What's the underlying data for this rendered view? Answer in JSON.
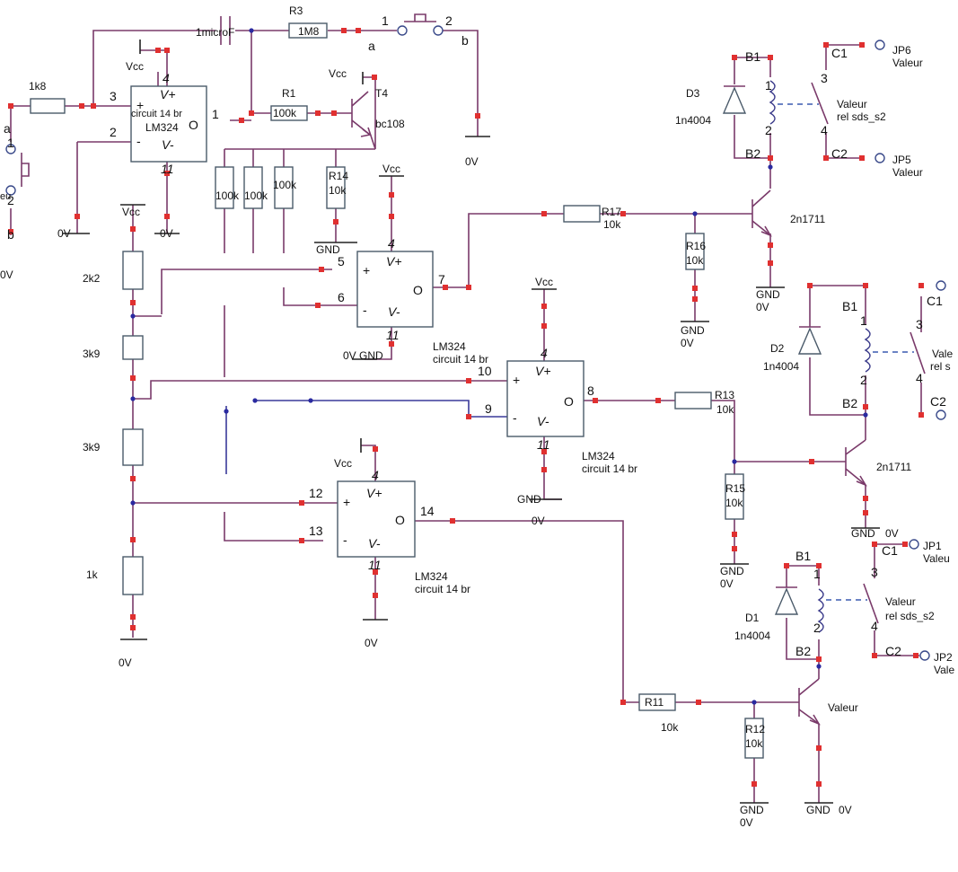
{
  "labels": {
    "vcc": "Vcc",
    "gnd": "GND",
    "zero_v": "0V",
    "valeur": "Valeur",
    "chip": "LM324",
    "chip_sub": "circuit 14 br",
    "vplus": "V+",
    "vminus": "V-",
    "out": "O",
    "plus": "+",
    "minus": "-",
    "transistor_npn": "2n1711",
    "diode": "1n4004",
    "relay": "rel sds_s2",
    "b1": "B1",
    "b2": "B2",
    "c1": "C1",
    "c2": "C2",
    "cap": "1microF",
    "t4": "T4",
    "bc108": "bc108",
    "a": "a",
    "b": "b"
  },
  "resistors": {
    "r1k8": "1k8",
    "r3": "R3",
    "r3_val": "1M8",
    "r1": "R1",
    "r1_val": "100k",
    "r100k": "100k",
    "r14": "R14",
    "r10k": "10k",
    "r17": "R17",
    "r16": "R16",
    "r13": "R13",
    "r15": "R15",
    "r11": "R11",
    "r12": "R12",
    "r2k2": "2k2",
    "r3k9": "3k9",
    "r1k": "1k"
  },
  "diodes": {
    "d1": "D1",
    "d2": "D2",
    "d3": "D3"
  },
  "jumpers": {
    "jp1": "JP1",
    "jp2": "JP2",
    "jp5": "JP5",
    "jp6": "JP6"
  },
  "pins": {
    "p1": "1",
    "p2": "2",
    "p3": "3",
    "p4": "4",
    "p5": "5",
    "p6": "6",
    "p7": "7",
    "p8": "8",
    "p9": "9",
    "p10": "10",
    "p11": "11",
    "p12": "12",
    "p13": "13",
    "p14": "14"
  },
  "left_cut": {
    "left_0v": "0V",
    "eu": "eu"
  },
  "truncated": {
    "val_trunc": "Vale",
    "rel_trunc": "rel s",
    "valeu": "Valeu"
  }
}
